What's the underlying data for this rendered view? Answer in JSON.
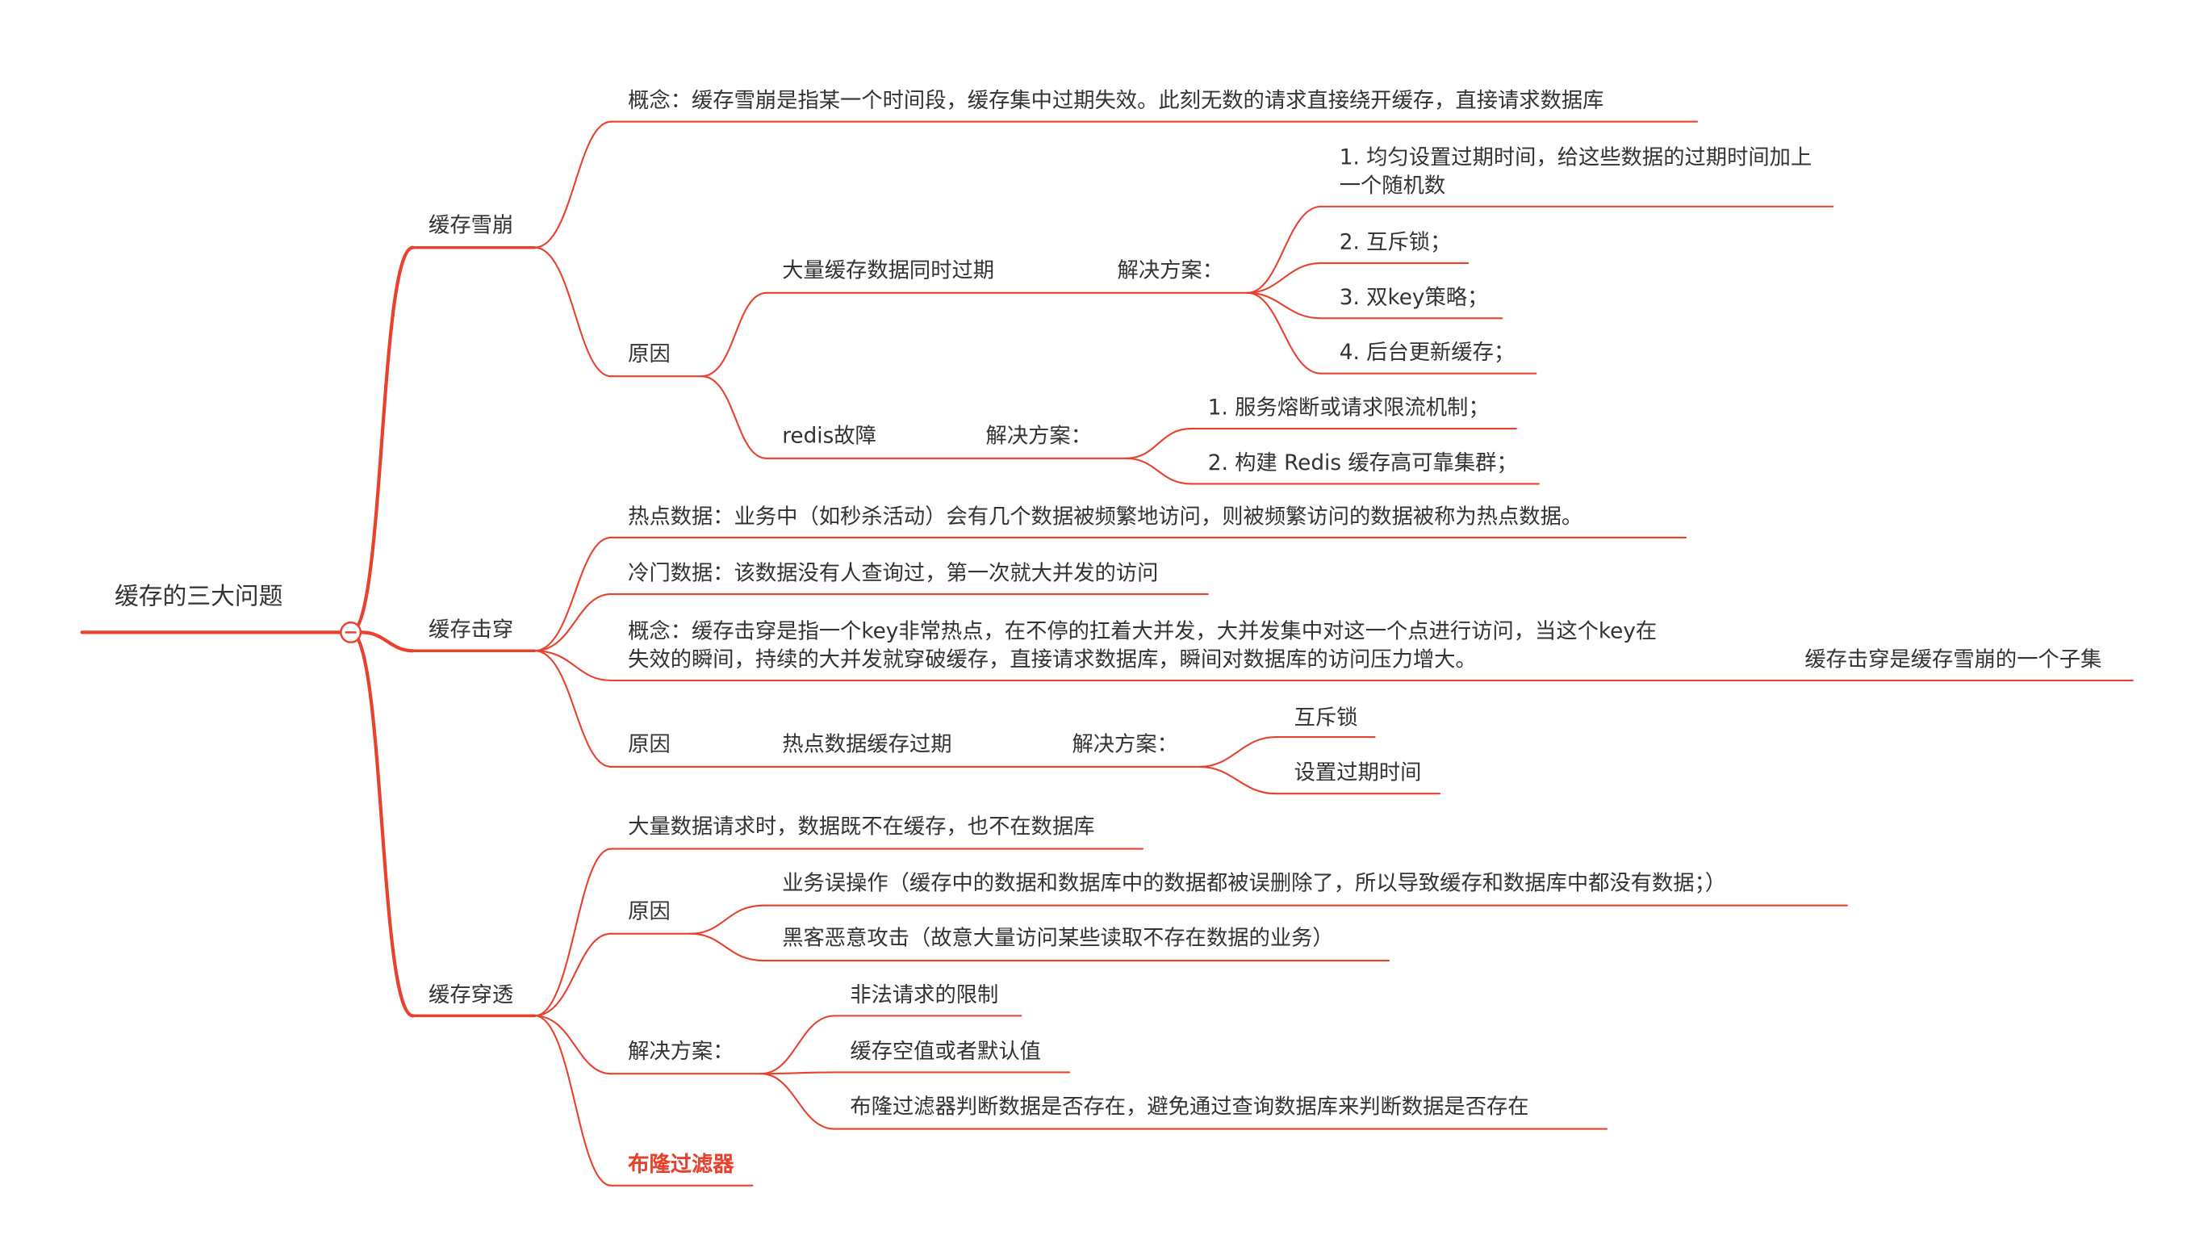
{
  "colors": {
    "branch": "#e8412e",
    "text": "#333333",
    "accent": "#e8412e",
    "background": "#ffffff"
  },
  "root": {
    "label": "缓存的三大问题",
    "collapse_icon": "minus-circle-icon"
  },
  "avalanche": {
    "label": "缓存雪崩",
    "concept": "概念：缓存雪崩是指某一个时间段，缓存集中过期失效。此刻无数的请求直接绕开缓存，直接请求数据库",
    "cause_label": "原因",
    "cause1": {
      "label": "大量缓存数据同时过期",
      "solution_label": "解决方案：",
      "solutions": [
        "1. 均匀设置过期时间，给这些数据的过期时间加上一个随机数",
        "2. 互斥锁；",
        "3. 双key策略；",
        "4. 后台更新缓存；"
      ]
    },
    "cause2": {
      "label": "redis故障",
      "solution_label": "解决方案：",
      "solutions": [
        "1. 服务熔断或请求限流机制；",
        "2. 构建 Redis 缓存高可靠集群；"
      ]
    }
  },
  "breakdown": {
    "label": "缓存击穿",
    "hot_data": "热点数据：业务中（如秒杀活动）会有几个数据被频繁地访问，则被频繁访问的数据被称为热点数据。",
    "cold_data": "冷门数据：该数据没有人查询过，第一次就大并发的访问",
    "concept": "概念：缓存击穿是指一个key非常热点，在不停的扛着大并发，大并发集中对这一个点进行访问，当这个key在失效的瞬间，持续的大并发就穿破缓存，直接请求数据库，瞬间对数据库的访问压力增大。",
    "note": "缓存击穿是缓存雪崩的一个子集",
    "cause_label": "原因",
    "cause": {
      "label": "热点数据缓存过期",
      "solution_label": "解决方案：",
      "solutions": [
        "互斥锁",
        "设置过期时间"
      ]
    }
  },
  "penetration": {
    "label": "缓存穿透",
    "description": "大量数据请求时，数据既不在缓存，也不在数据库",
    "cause_label": "原因",
    "causes": [
      "业务误操作（缓存中的数据和数据库中的数据都被误删除了，所以导致缓存和数据库中都没有数据；）",
      "黑客恶意攻击（故意大量访问某些读取不存在数据的业务）"
    ],
    "solution_label": "解决方案：",
    "solutions": [
      "非法请求的限制",
      "缓存空值或者默认值",
      "布隆过滤器判断数据是否存在，避免通过查询数据库来判断数据是否存在"
    ],
    "bloom_label": "布隆过滤器"
  }
}
